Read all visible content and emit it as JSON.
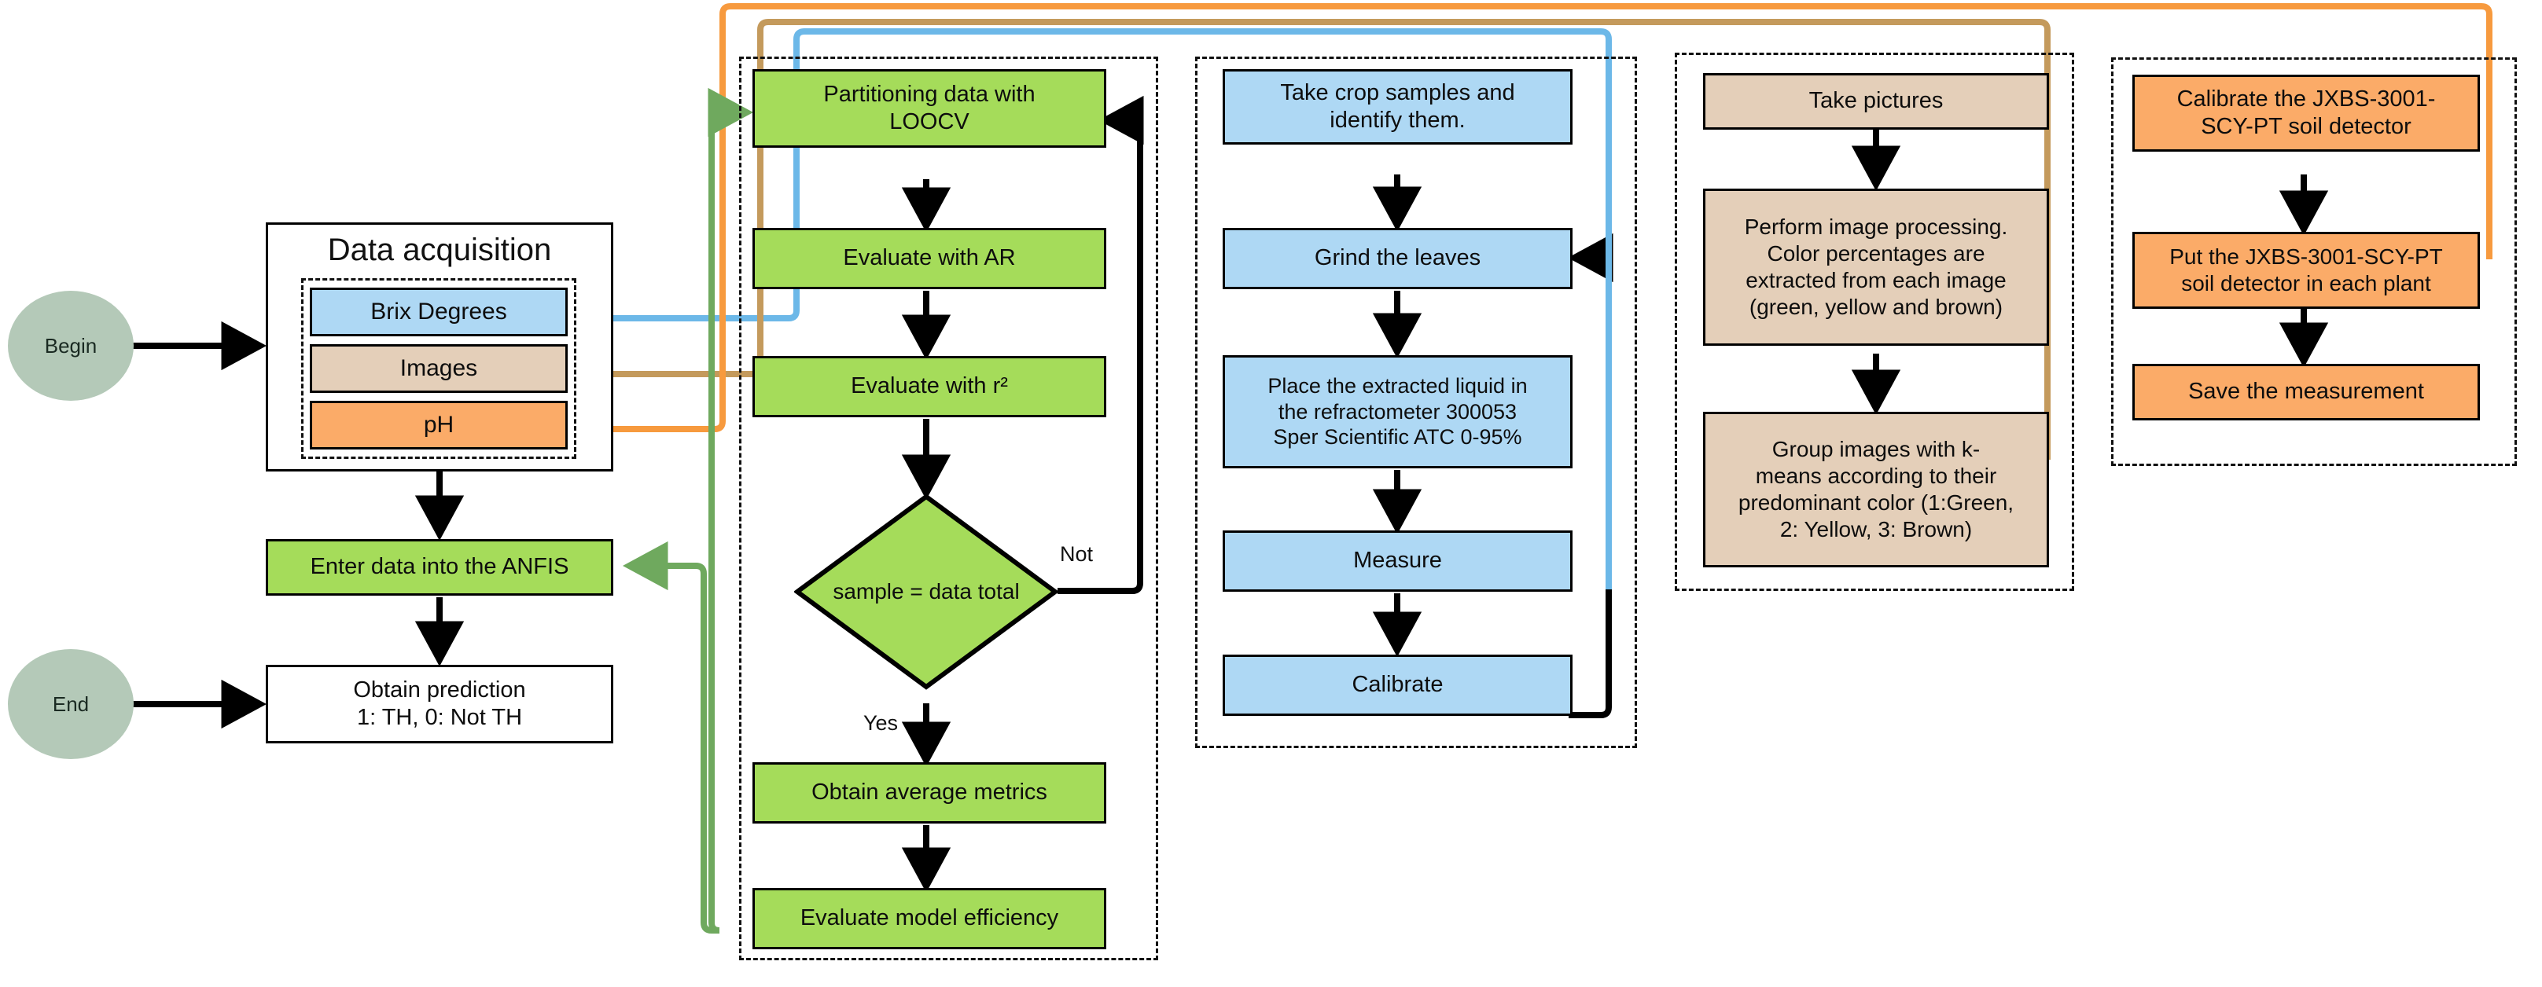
{
  "diagram": {
    "terminators": [
      {
        "name": "begin",
        "label": "Begin"
      },
      {
        "name": "end",
        "label": "End"
      }
    ],
    "data_acquisition_panel": {
      "title": "Data acquisition",
      "sources": [
        {
          "name": "brix",
          "label": "Brix Degrees",
          "color": "#aed8f4"
        },
        {
          "name": "images",
          "label": "Images",
          "color": "#e4cfb9"
        },
        {
          "name": "ph",
          "label": "pH",
          "color": "#fbab68"
        }
      ]
    },
    "main_flow": [
      {
        "name": "enter-data-anfis",
        "label": "Enter data into the ANFIS",
        "color": "#a5dc5a"
      },
      {
        "name": "obtain-prediction",
        "label": "Obtain prediction\n1: TH, 0: Not TH",
        "color": "#ffffff"
      }
    ],
    "anfis_group": {
      "name": "anfis-group",
      "color": "#a5dc5a",
      "steps": [
        {
          "name": "partitioning-loocv",
          "label": "Partitioning data with\nLOOCV"
        },
        {
          "name": "evaluate-ar",
          "label": "Evaluate with AR"
        },
        {
          "name": "evaluate-r2",
          "label": "Evaluate with r²"
        },
        {
          "name": "decision-sample-total",
          "label": "sample = data total",
          "shape": "diamond"
        },
        {
          "name": "obtain-average-metrics",
          "label": "Obtain average metrics"
        },
        {
          "name": "evaluate-model-efficiency",
          "label": "Evaluate model efficiency"
        }
      ],
      "branch_labels": {
        "no": "Not",
        "yes": "Yes"
      }
    },
    "brix_group": {
      "name": "brix-group",
      "color": "#aed8f4",
      "steps": [
        {
          "name": "take-crop-samples",
          "label": "Take crop samples and\nidentify them."
        },
        {
          "name": "grind-the-leaves",
          "label": "Grind the leaves"
        },
        {
          "name": "place-liquid-refractometer",
          "label": "Place the extracted liquid in\nthe refractometer 300053\nSper Scientific ATC 0-95%"
        },
        {
          "name": "measure",
          "label": "Measure"
        },
        {
          "name": "calibrate-refractometer",
          "label": "Calibrate"
        }
      ]
    },
    "images_group": {
      "name": "images-group",
      "color": "#e4cfb9",
      "steps": [
        {
          "name": "take-pictures",
          "label": "Take pictures"
        },
        {
          "name": "perform-image-processing",
          "label": "Perform image processing.\nColor percentages are\nextracted from each image\n(green, yellow and brown)"
        },
        {
          "name": "group-images-kmeans",
          "label": "Group images with k-\nmeans according to their\npredominant color (1:Green,\n2: Yellow, 3: Brown)"
        }
      ]
    },
    "ph_group": {
      "name": "ph-group",
      "color": "#fbab68",
      "steps": [
        {
          "name": "calibrate-soil-detector",
          "label": "Calibrate the  JXBS-3001-\nSCY-PT soil detector"
        },
        {
          "name": "put-soil-detector",
          "label": "Put the  JXBS-3001-SCY-PT\nsoil detector in each plant"
        },
        {
          "name": "save-measurement",
          "label": "Save the measurement"
        }
      ]
    },
    "connector_colors": {
      "brix": "#6cb8e8",
      "images": "#c49a5c",
      "ph": "#f79a3e",
      "anfis": "#6fa95e",
      "black": "#000000"
    }
  }
}
